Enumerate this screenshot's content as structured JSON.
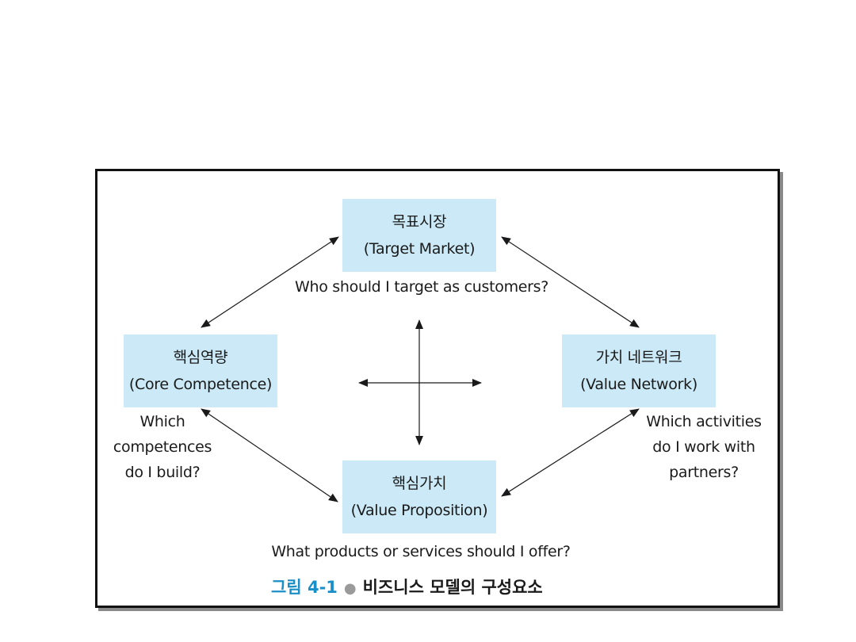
{
  "nodes": {
    "target_market": {
      "korean": "목표시장",
      "english": "(Target Market)"
    },
    "core_competence": {
      "korean": "핵심역량",
      "english": "(Core Competence)"
    },
    "value_network": {
      "korean": "가치 네트워크",
      "english": "(Value Network)"
    },
    "value_proposition": {
      "korean": "핵심가치",
      "english": "(Value Proposition)"
    }
  },
  "questions": {
    "target_market": "Who should I target as customers?",
    "core_competence": [
      "Which",
      "competences",
      "do I build?"
    ],
    "value_network": [
      "Which activities",
      "do I work with",
      "partners?"
    ],
    "value_proposition": "What products or services should I offer?"
  },
  "caption": {
    "number": "그림 4-1",
    "bullet": "●",
    "title": "비즈니스 모델의 구성요소"
  },
  "colors": {
    "box_fill": "#cbe9f6",
    "caption_accent": "#1a8fc7",
    "border": "#111111"
  }
}
